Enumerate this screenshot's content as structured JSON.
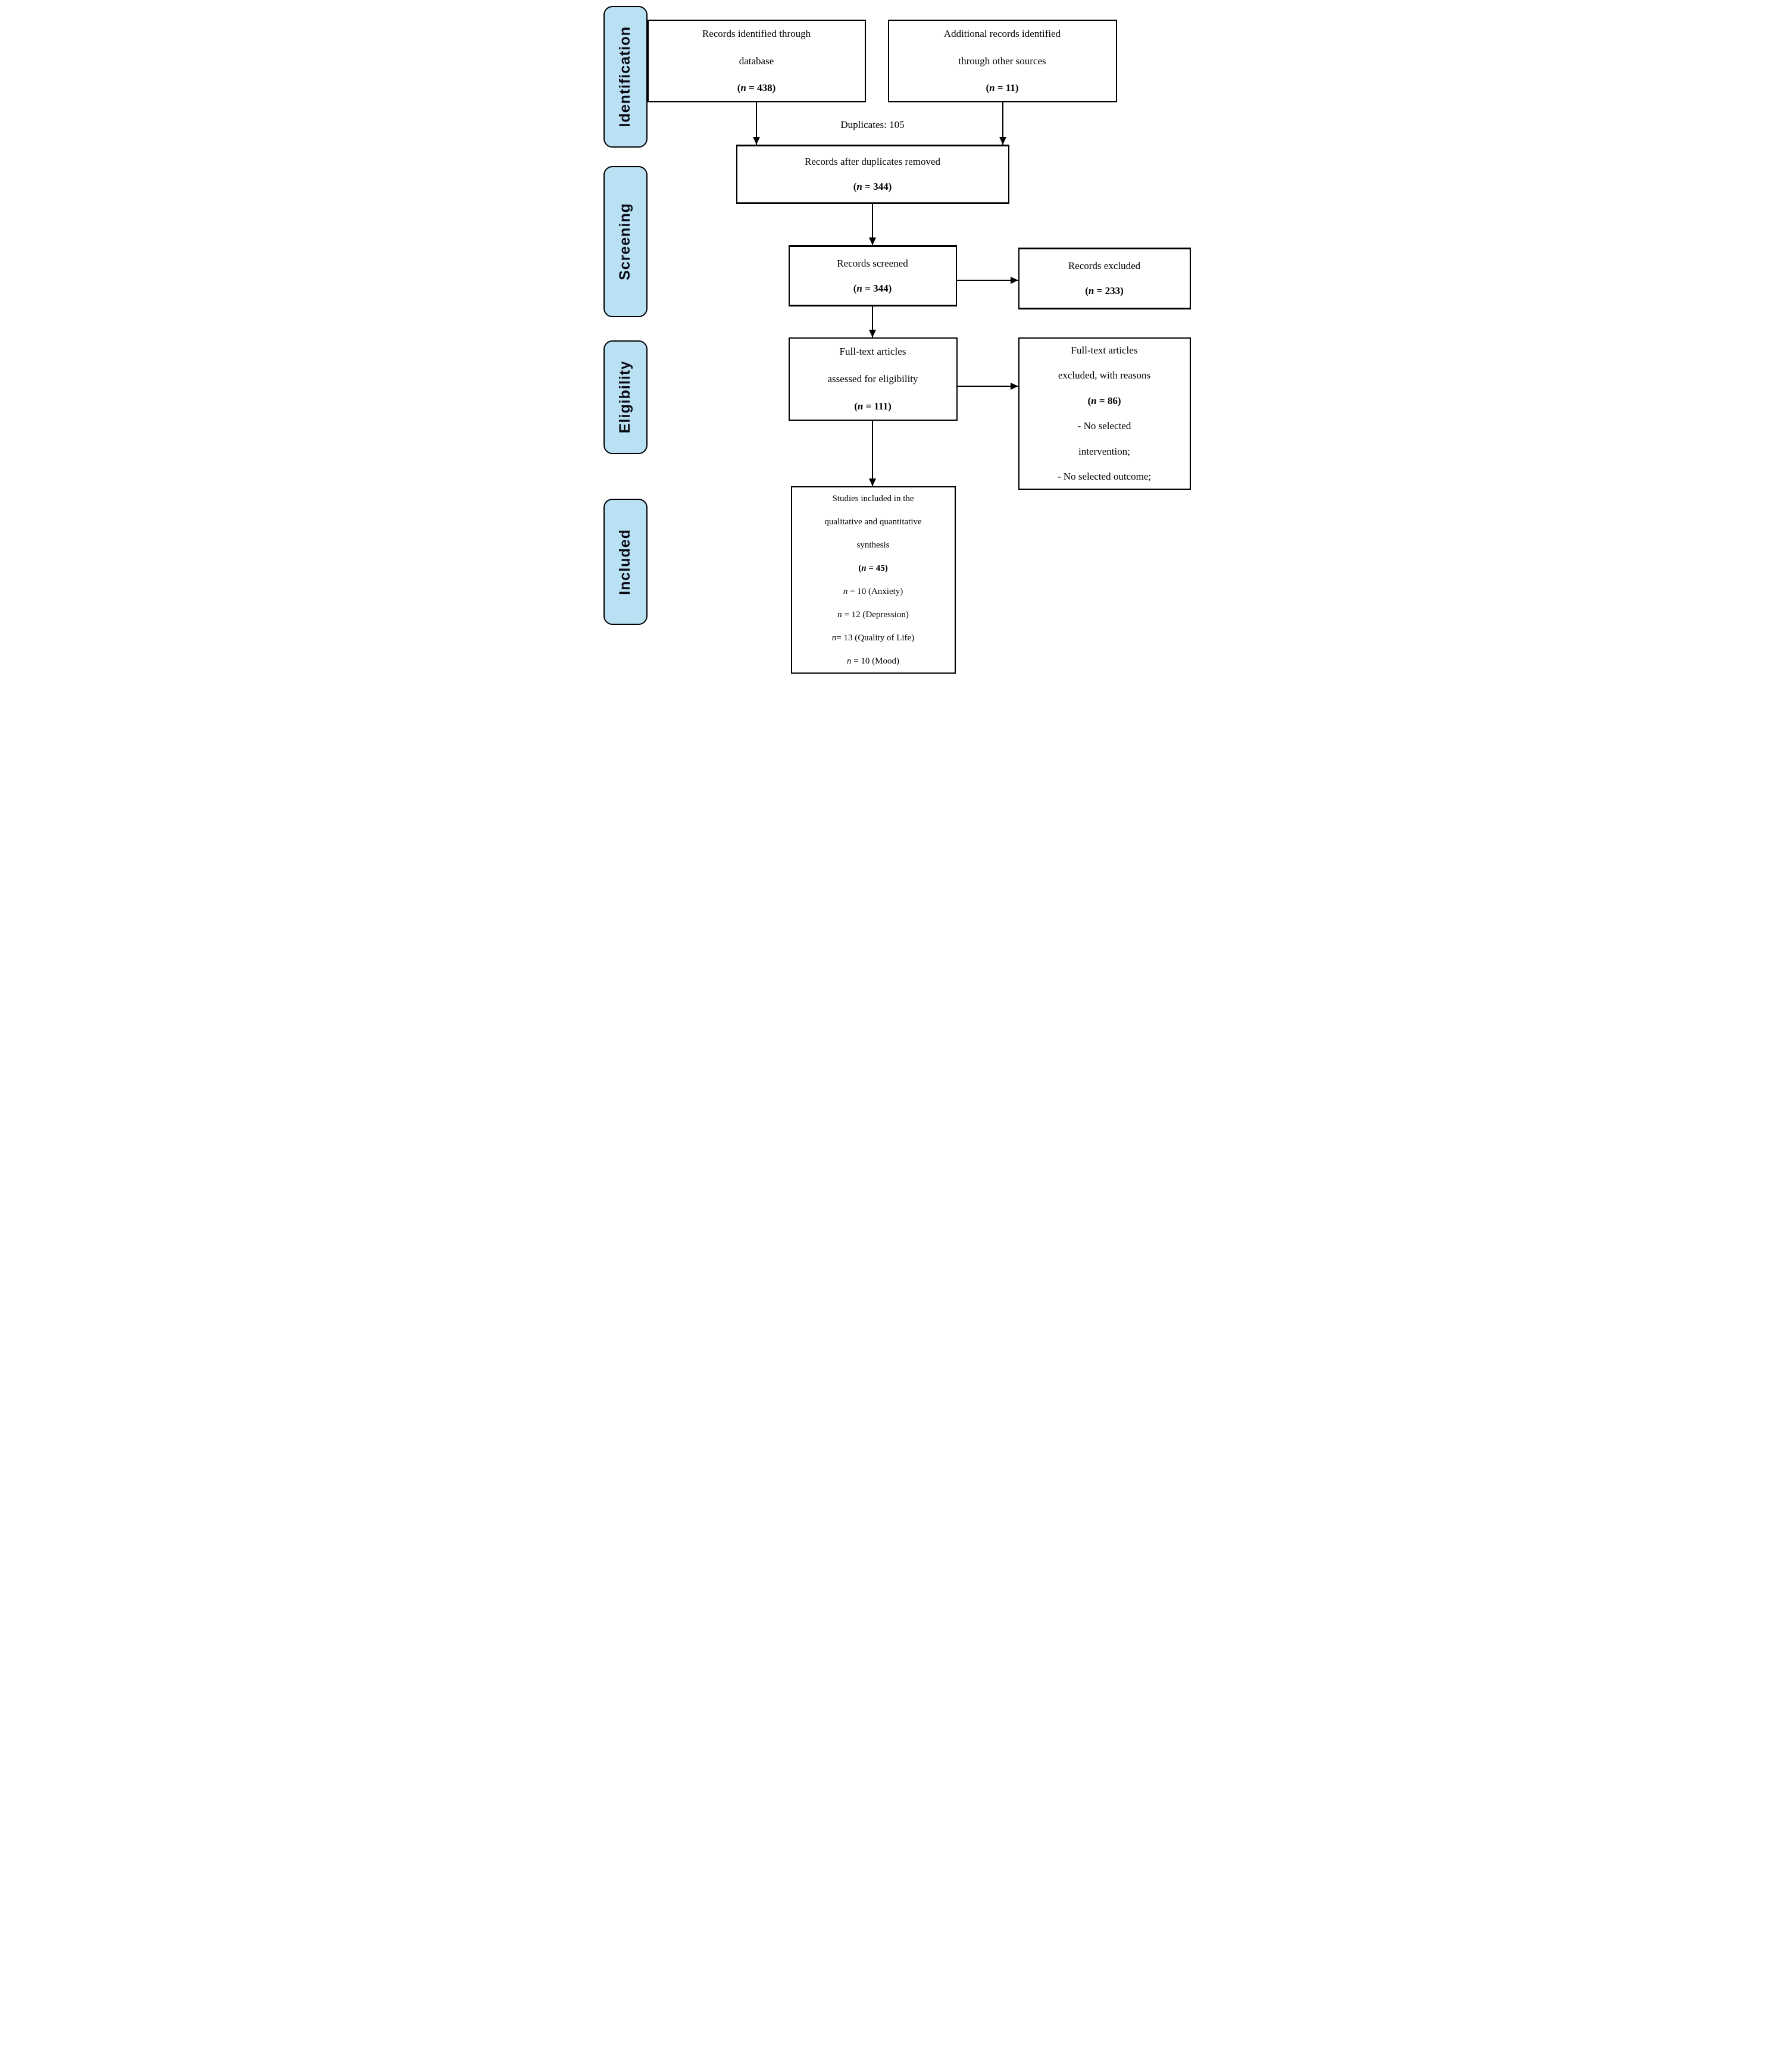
{
  "sidebar": {
    "stages": [
      {
        "label": "Identification"
      },
      {
        "label": "Screening"
      },
      {
        "label": "Eligibility"
      },
      {
        "label": "Included"
      }
    ]
  },
  "flow": {
    "duplicates_note": "Duplicates: 105",
    "records_identified": {
      "lines": [
        "Records identified through",
        "database"
      ],
      "count": "(n = 438)"
    },
    "additional_records": {
      "lines": [
        "Additional records identified",
        "through other sources"
      ],
      "count": "(n = 11)"
    },
    "after_duplicates": {
      "lines": [
        "Records after duplicates removed"
      ],
      "count": "(n = 344)"
    },
    "records_screened": {
      "lines": [
        "Records screened"
      ],
      "count": "(n = 344)"
    },
    "records_excluded": {
      "lines": [
        "Records excluded"
      ],
      "count": "(n = 233)"
    },
    "fulltext_assessed": {
      "lines": [
        "Full-text articles",
        "assessed for eligibility"
      ],
      "count": "(n = 111)"
    },
    "fulltext_excluded": {
      "lines": [
        "Full-text articles",
        "excluded, with reasons"
      ],
      "count": "(n = 86)",
      "reason_lines": [
        "- No selected",
        "intervention;",
        "- No selected outcome;"
      ]
    },
    "studies_included": {
      "lines": [
        "Studies included in the",
        "qualitative and quantitative",
        "synthesis"
      ],
      "count": "(n = 45)",
      "breakdown": [
        "n = 10 (Anxiety)",
        "n = 12 (Depression)",
        "n= 13 (Quality of Life)",
        "n = 10 (Mood)"
      ]
    }
  },
  "colors": {
    "stage_fill": "#b9e0f3",
    "box_fill": "#ffffff",
    "line": "#000000",
    "page_bg": "#ffffff"
  }
}
